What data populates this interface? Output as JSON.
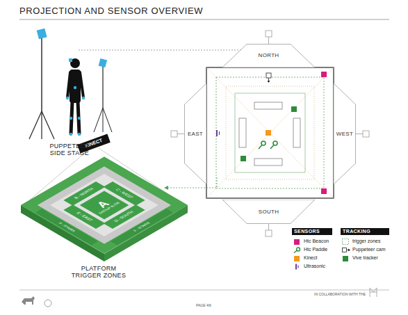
{
  "diagram": {
    "title": "PROJECTION AND SENSOR OVERVIEW",
    "nodes": [
      {
        "text": [
          "KINECT"
        ]
      },
      {
        "text": [
          "B - NORTH"
        ]
      },
      {
        "text": [
          "C - WEST"
        ]
      },
      {
        "text": [
          "A",
          "GROUP BLOB"
        ]
      },
      {
        "text": [
          "E - EAST"
        ]
      },
      {
        "text": [
          "D - SOUTH"
        ]
      },
      {
        "text": [
          "F - STAIRS"
        ]
      },
      {
        "text": [
          "F - STAIRS"
        ]
      },
      {
        "text": [
          "NORTH"
        ]
      },
      {
        "text": [
          "EAST"
        ]
      },
      {
        "text": [
          "WEST"
        ]
      },
      {
        "text": [
          "SOUTH"
        ]
      }
    ],
    "labels": [
      "PUPPETEER SIDE STAGE",
      "PLATFORM TRIGGER ZONES",
      "SENSORS",
      "TRACKING",
      "IN COLLABORATION WITH THE",
      "PAGE 4/6"
    ],
    "legend": [
      {
        "text": "Htc Beacon",
        "color": "#d81b7f"
      },
      {
        "text": "Htc Paddle"
      },
      {
        "text": "Kinect",
        "color": "#f39a1e"
      },
      {
        "text": "Ultrasonic"
      },
      {
        "text": "trigger zones"
      },
      {
        "text": "Puppeteer cam"
      },
      {
        "text": "Vive tracker",
        "color": "#2e8b3a"
      }
    ]
  }
}
